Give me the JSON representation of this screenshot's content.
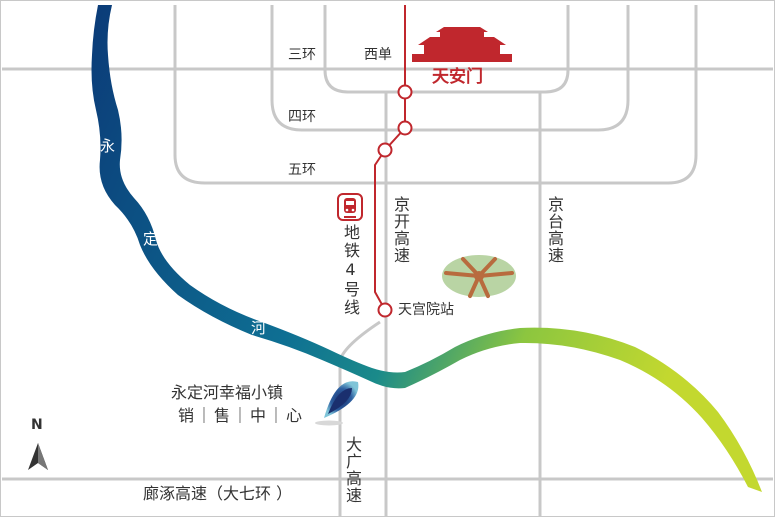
{
  "colors": {
    "road": "#c8c8c8",
    "metro": "#c0272d",
    "river_start": "#0b3b78",
    "river_end": "#b9d534",
    "text": "#333333"
  },
  "roads": {
    "ring3": "三环",
    "ring4": "四环",
    "ring5": "五环",
    "jingkai": "京开高速",
    "jingtai": "京台高速",
    "taiguang": "大广高速",
    "langzhuo": "廊涿高速（大七环 ）"
  },
  "places": {
    "xidan": "西单",
    "tiananmen": "天安门",
    "tiangongyuan": "天宫院站"
  },
  "metro": {
    "line_name": "地铁4号线",
    "icon": "subway-train-icon"
  },
  "river": {
    "name": [
      "永",
      "定",
      "河"
    ]
  },
  "sales_center": {
    "name": "永定河幸福小镇",
    "sub": "销｜售｜中｜心",
    "icon": "location-pin-icon"
  },
  "compass": {
    "north": "N",
    "icon": "north-arrow-icon"
  },
  "landmark": {
    "icon": "daxing-airport-icon"
  }
}
